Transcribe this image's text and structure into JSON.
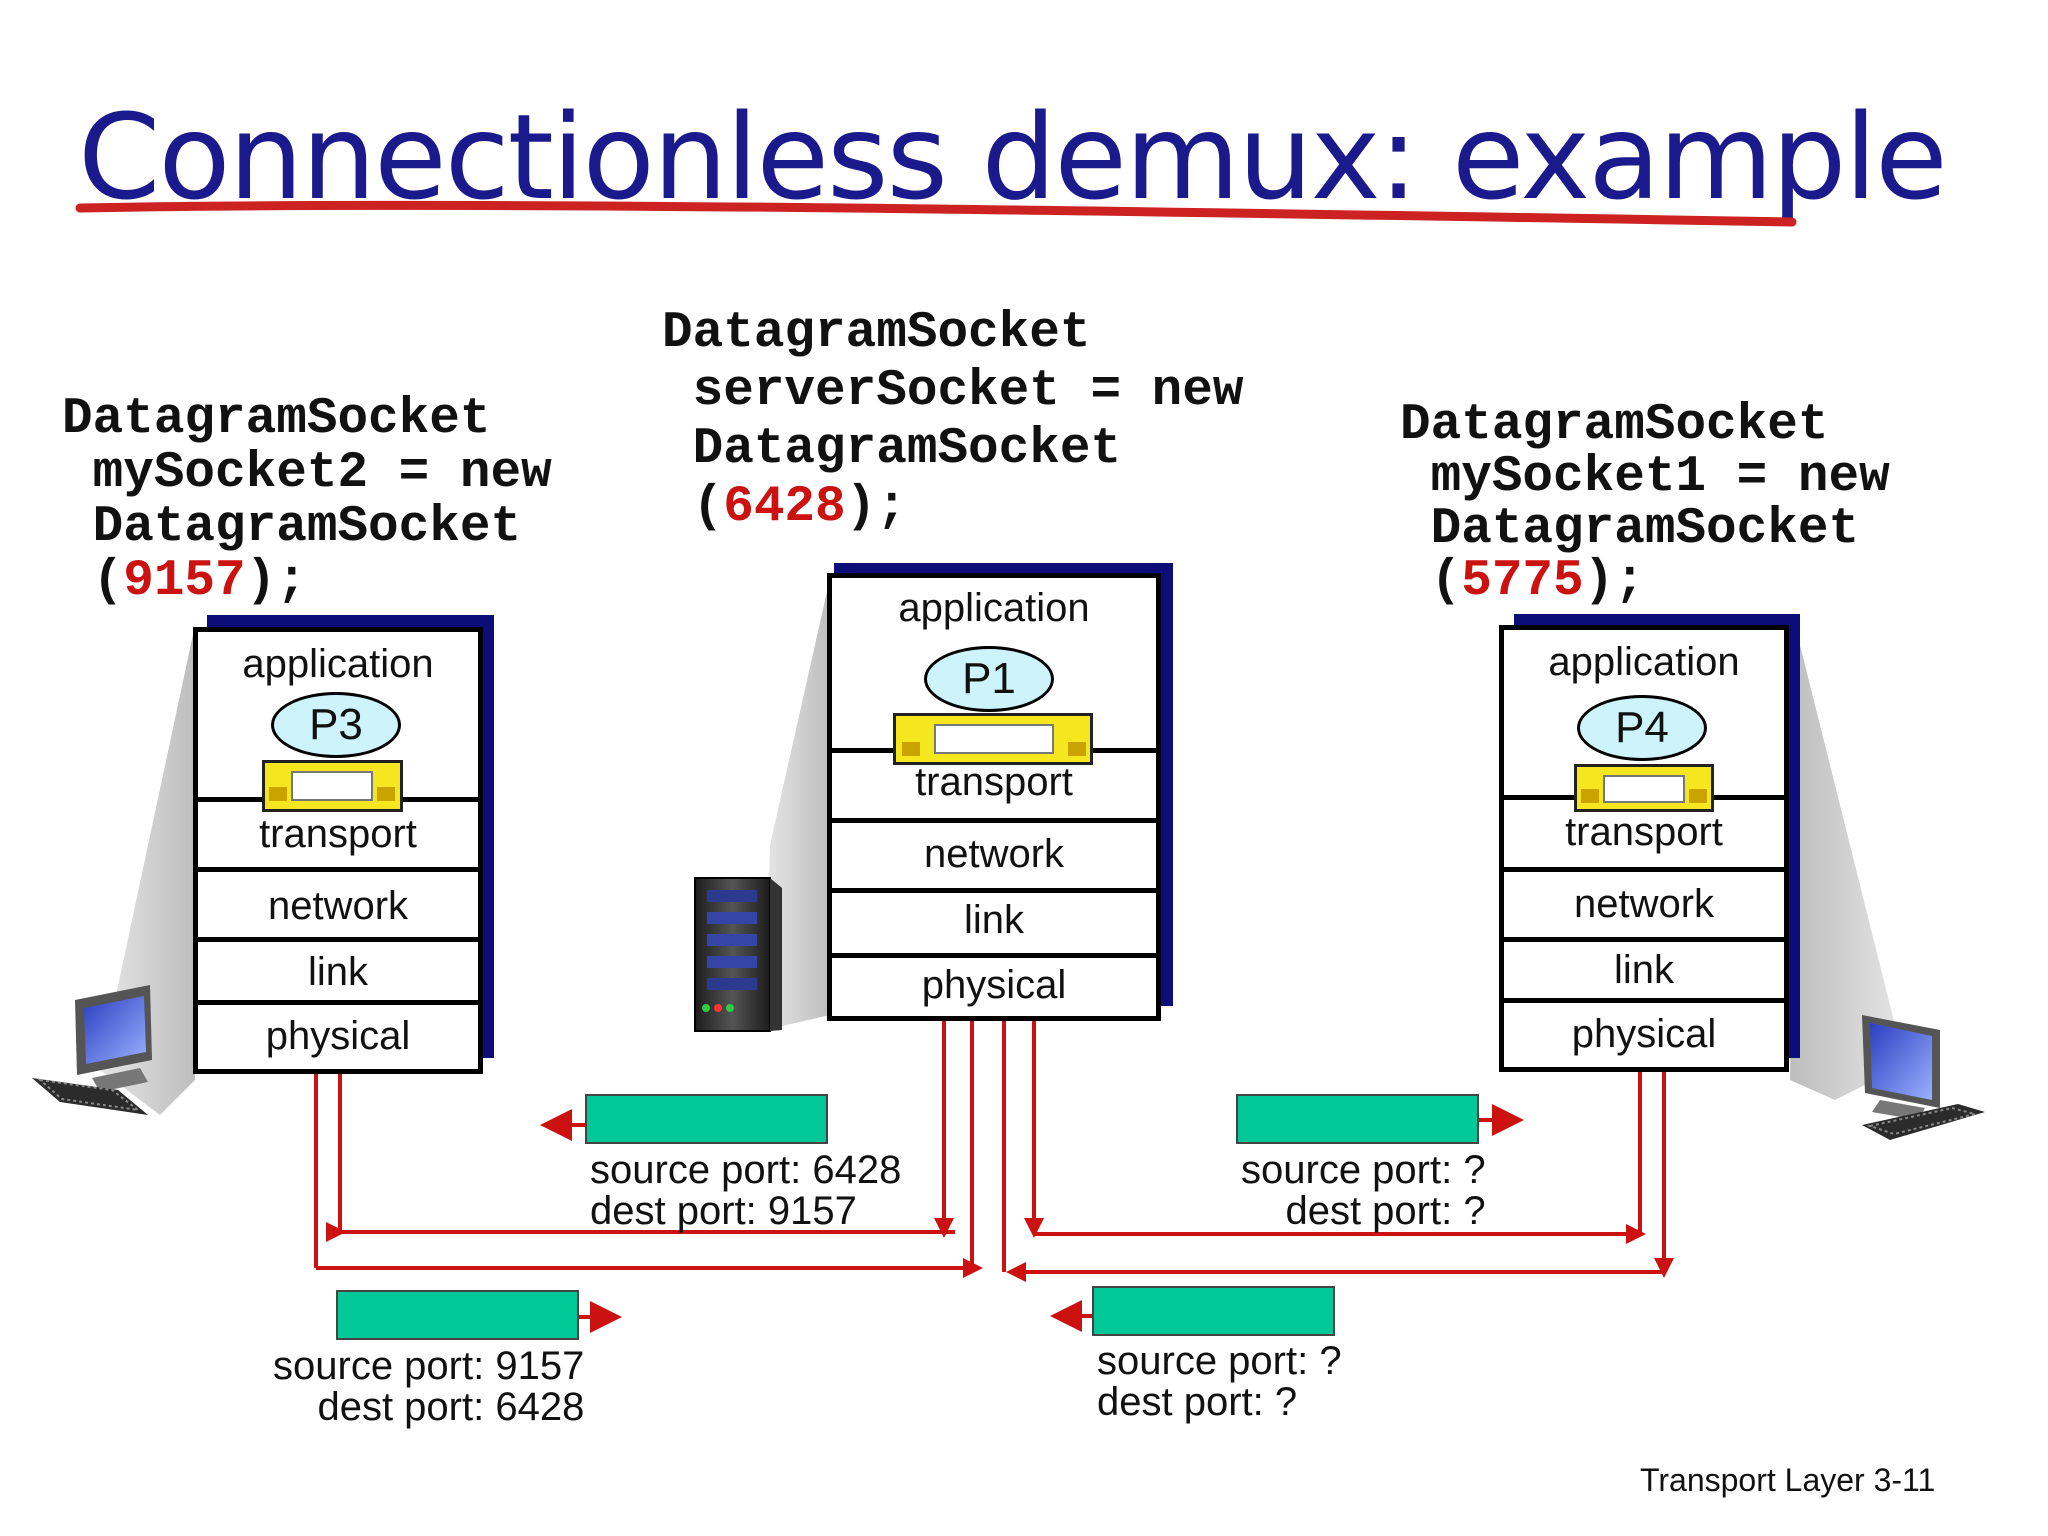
{
  "slide": {
    "title": "Connectionless demux: example",
    "footer_section": "Transport Layer",
    "footer_page": "3-11"
  },
  "hosts": {
    "left": {
      "code_lines": [
        "DatagramSocket",
        " mySocket2 = new",
        " DatagramSocket"
      ],
      "code_open": " (",
      "port": "9157",
      "code_close": ");",
      "process": "P3"
    },
    "server": {
      "code_lines": [
        "DatagramSocket",
        " serverSocket = new",
        " DatagramSocket"
      ],
      "code_open": " (",
      "port": "6428",
      "code_close": ");",
      "process": "P1"
    },
    "right": {
      "code_lines": [
        "DatagramSocket",
        " mySocket1 = new",
        " DatagramSocket"
      ],
      "code_open": " (",
      "port": "5775",
      "code_close": ");",
      "process": "P4"
    }
  },
  "layers": [
    "application",
    "transport",
    "network",
    "link",
    "physical"
  ],
  "segments": [
    {
      "id": "server-to-left",
      "source": "source port: 6428",
      "dest": "dest port: 9157",
      "direction": "left"
    },
    {
      "id": "left-to-server",
      "source": "source port: 9157",
      "dest": "dest port: 6428",
      "direction": "right"
    },
    {
      "id": "server-to-right",
      "source": "source port: ?",
      "dest": "dest port: ?",
      "direction": "right"
    },
    {
      "id": "right-to-server",
      "source": "source port: ?",
      "dest": "dest port: ?",
      "direction": "left"
    }
  ],
  "colors": {
    "title": "#1a1a8c",
    "underline": "#cc2222",
    "port_number": "#cc1111",
    "arrow": "#cc1111",
    "segment": "#00c896",
    "process_fill": "#cdf4fb",
    "socket": "#f5e61e",
    "stack_shadow": "#0d0d7a"
  },
  "icons": {
    "left": "desktop-computer-icon",
    "server": "server-tower-icon",
    "right": "desktop-computer-icon"
  }
}
